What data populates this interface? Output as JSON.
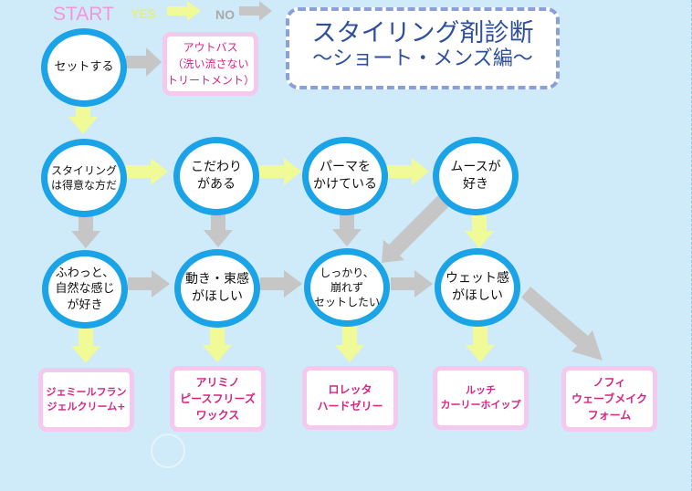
{
  "legend": {
    "start": "START",
    "yes": "YES",
    "no": "NO"
  },
  "title": {
    "line1": "スタイリング剤診断",
    "line2": "〜ショート・メンズ編〜"
  },
  "nodes": {
    "set": "セットする",
    "outbath": "アウトバス\n（洗い流さない\nトリートメント）",
    "styling_good": "スタイリング\nは得意な方だ",
    "kodawari": "こだわり\nがある",
    "perm": "パーマを\nかけている",
    "mousse": "ムースが\n好き",
    "fuwa": "ふわっと、\n自然な感じ\nが好き",
    "movement": "動き・束感\nがほしい",
    "firm": "しっかり、\n崩れず\nセットしたい",
    "wet": "ウェット感\nがほしい"
  },
  "products": {
    "p1": "ジェミールフラン\nジェルクリーム+",
    "p2": "アリミノ\nピースフリーズ\nワックス",
    "p3": "ロレッタ\nハードゼリー",
    "p4": "ルッチ\nカーリーホイップ",
    "p5": "ノフィ\nウェーブメイク\nフォーム"
  },
  "colors": {
    "yes": "#f0fa96",
    "no": "#c6c6c6",
    "circle_border": "#1aa3e6",
    "product_border": "#f5c8ee",
    "product_text": "#d8247f",
    "title_text": "#2e4f9c",
    "background": "#cfeaf9"
  }
}
